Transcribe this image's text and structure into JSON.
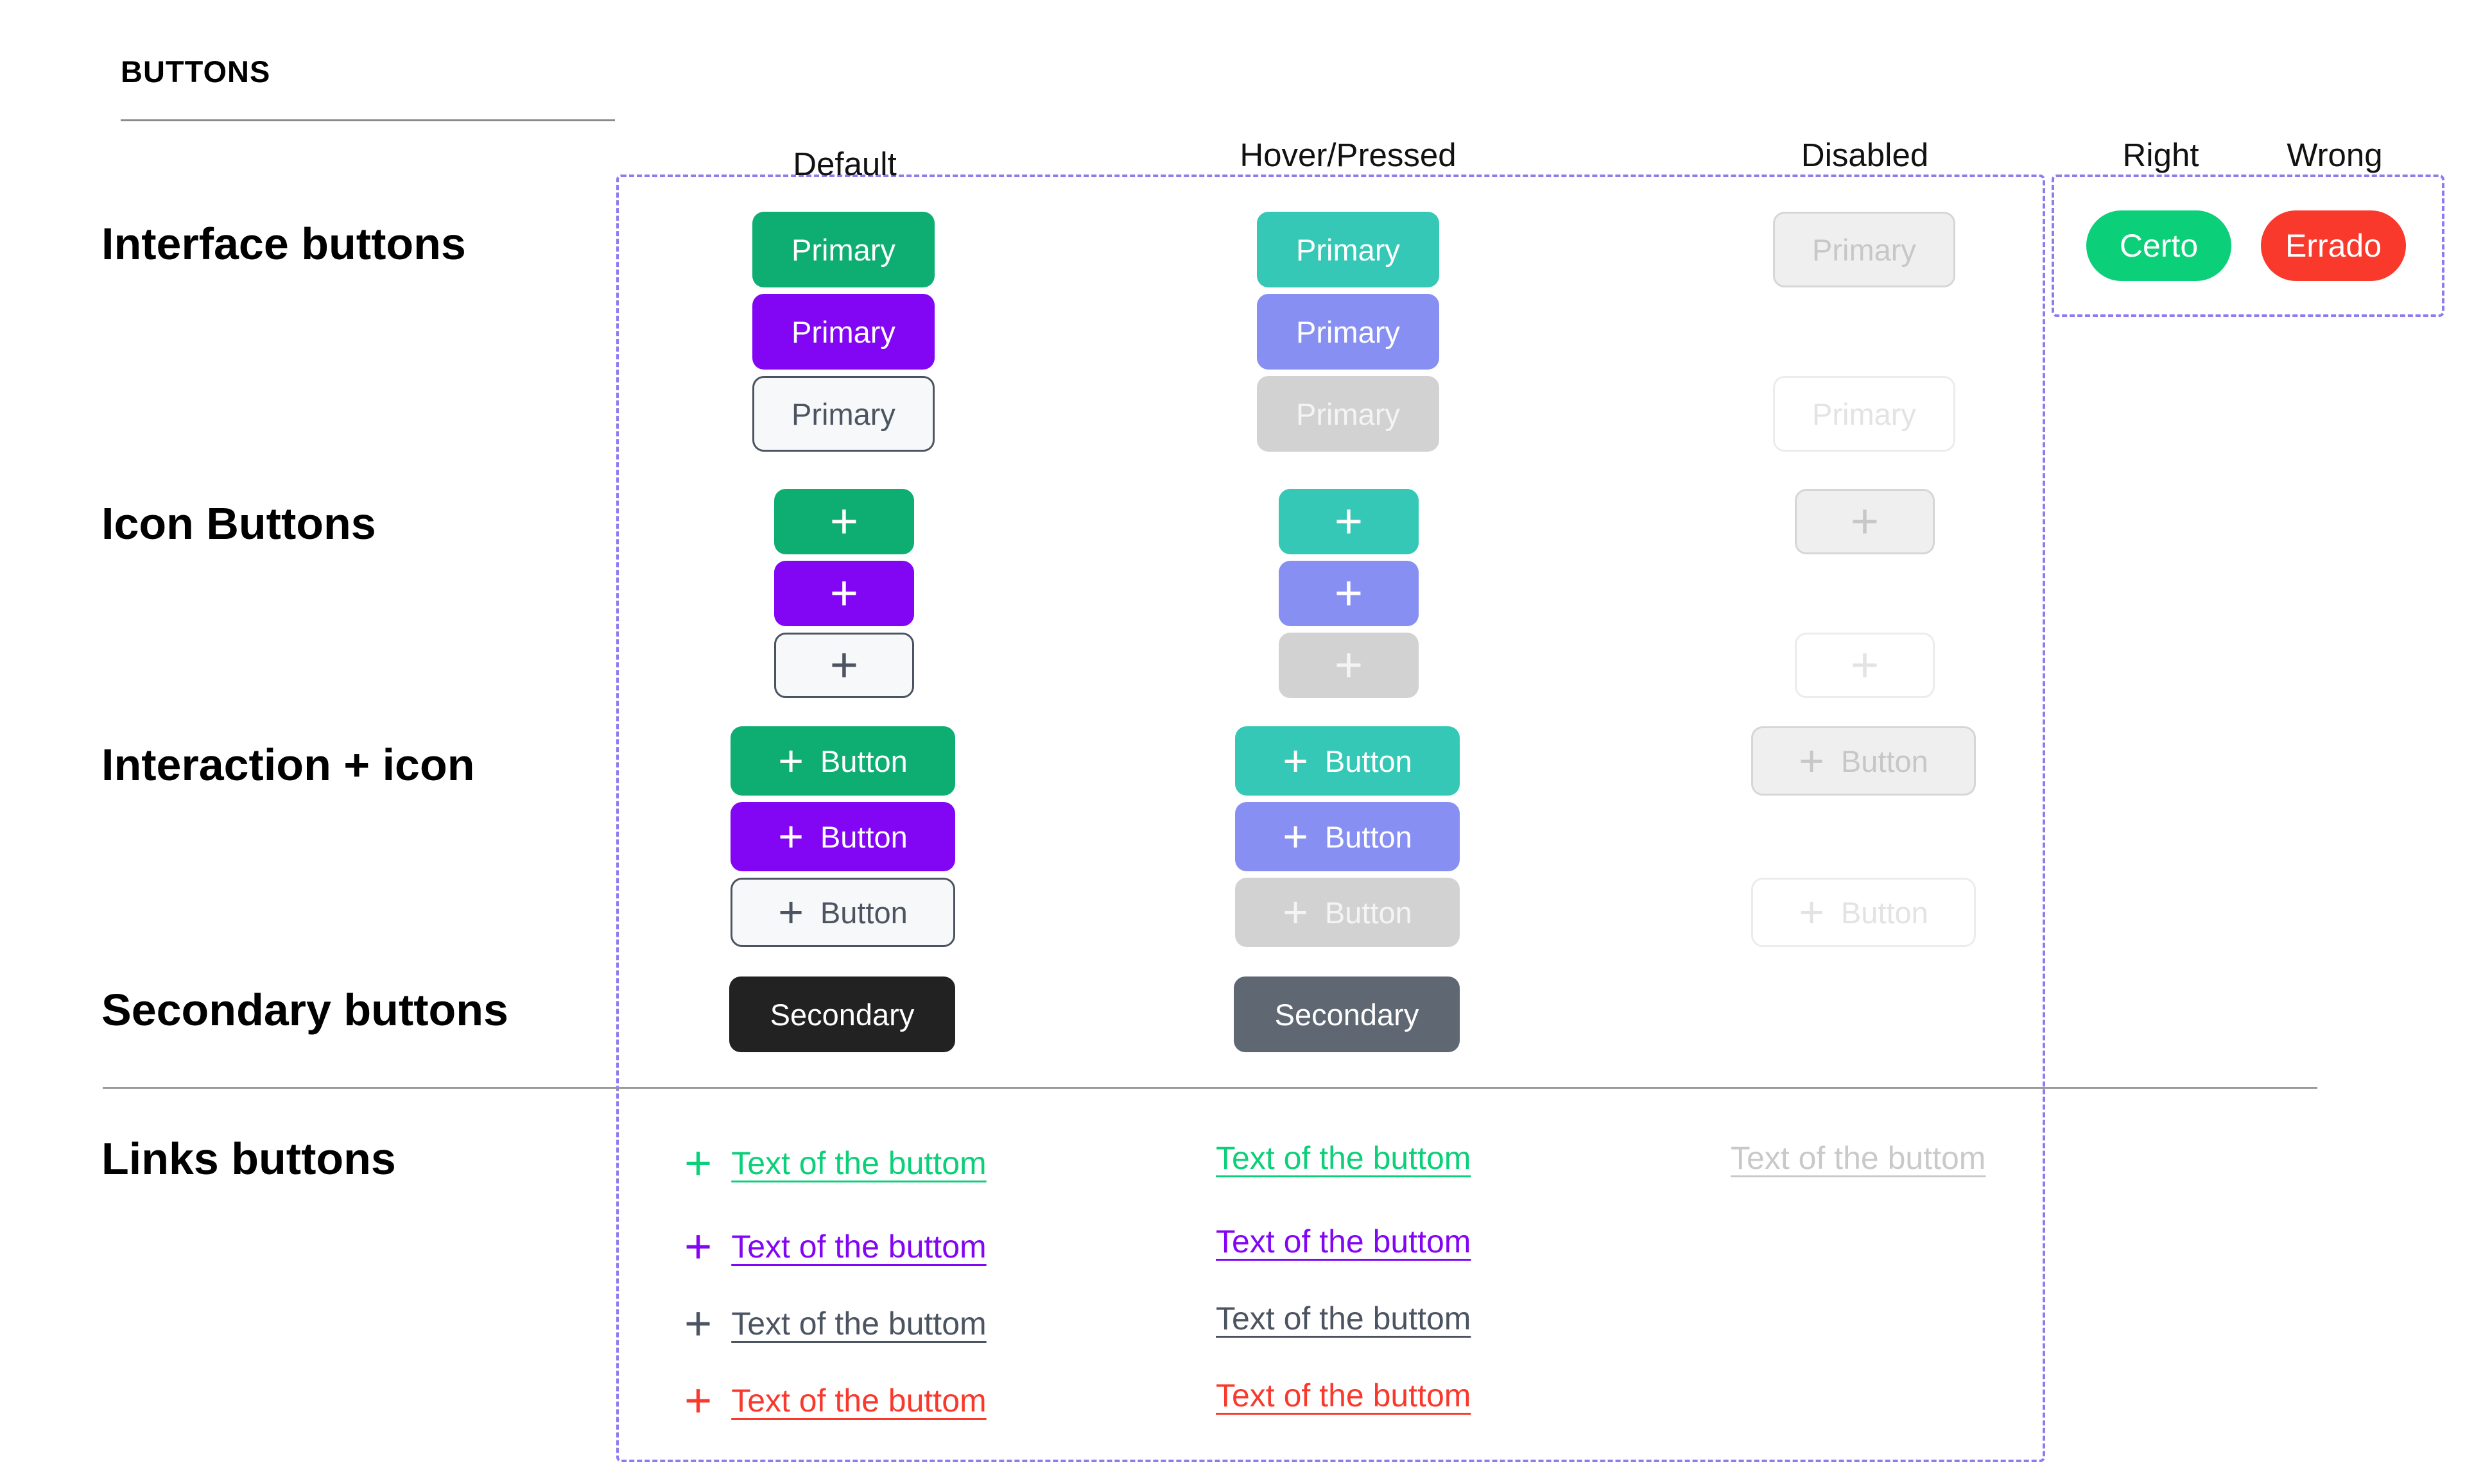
{
  "page_title": "BUTTONS",
  "section_labels": {
    "interface": "Interface buttons",
    "icon": "Icon Buttons",
    "interaction": "Interaction + icon",
    "secondary": "Secondary buttons",
    "links": "Links buttons"
  },
  "columns": {
    "default": "Default",
    "hover": "Hover/Pressed",
    "disabled": "Disabled",
    "right": "Right",
    "wrong": "Wrong"
  },
  "labels": {
    "primary": "Primary",
    "button": "Button",
    "secondary": "Secondary",
    "link_text": "Text of the buttom",
    "certo": "Certo",
    "errado": "Errado",
    "plus": "+"
  },
  "colors": {
    "primary_green": "#0eae72",
    "primary_purple": "#8205f3",
    "outline_gray": "#4c5461",
    "hover_teal": "#35c8b6",
    "hover_periwinkle": "#8790f2",
    "hover_gray": "#d2d2d2",
    "disabled": "#efefef",
    "secondary_black": "#222222",
    "secondary_hover": "#5f6773",
    "right_green": "#0ccf79",
    "wrong_red": "#f8392c",
    "frame_dashed": "#8b7cf0"
  },
  "icons": {
    "add": "plus-icon"
  }
}
